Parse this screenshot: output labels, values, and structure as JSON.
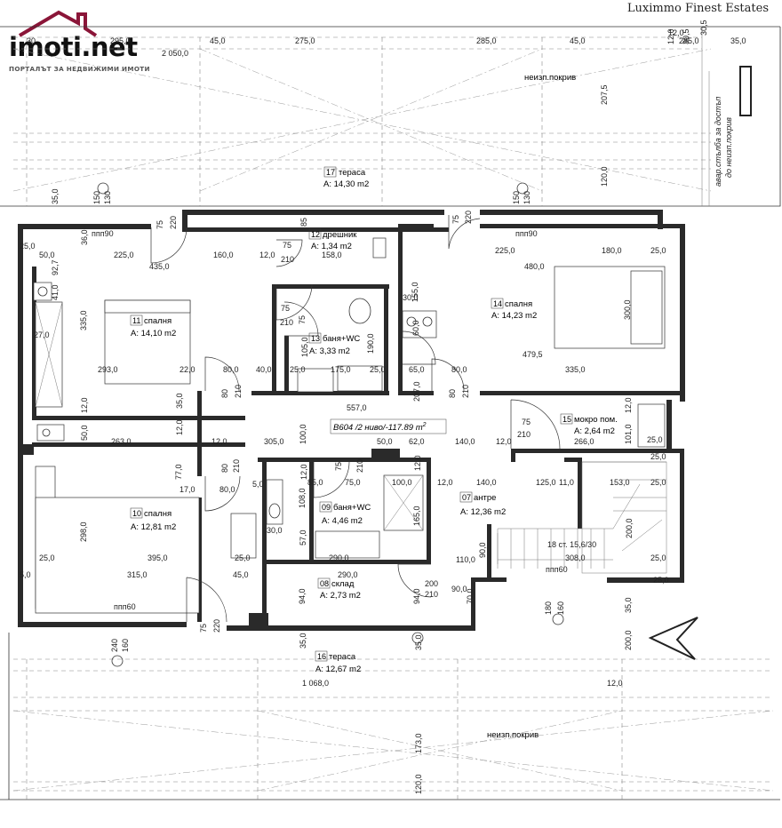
{
  "branding": {
    "portal_word": "imoti",
    "portal_tld": ".net",
    "portal_tagline": "ПОРТАЛЪТ ЗА НЕДВИЖИМИ ИМОТИ",
    "agency": "Luximmo Finest Estates",
    "colors": {
      "roof": "#8a1538",
      "text": "#111111"
    }
  },
  "plan_caption": {
    "prefix": "В604 /2 ниво/-117.89 m",
    "sup": "2"
  },
  "rooms": [
    {
      "id": "17",
      "name": "тераса",
      "area": "A: 14,30 m2"
    },
    {
      "id": "12",
      "name": "дрешник",
      "area": "A: 1,34 m2"
    },
    {
      "id": "11",
      "name": "спалня",
      "area": "A: 14,10 m2"
    },
    {
      "id": "13",
      "name": "баня+WC",
      "area": "A: 3,33 m2"
    },
    {
      "id": "14",
      "name": "спалня",
      "area": "A: 14,23 m2"
    },
    {
      "id": "15",
      "name": "мокро пом.",
      "area": "A: 2,64 m2"
    },
    {
      "id": "10",
      "name": "спалня",
      "area": "A: 12,81 m2"
    },
    {
      "id": "09",
      "name": "баня+WC",
      "area": "A: 4,46 m2"
    },
    {
      "id": "07",
      "name": "антре",
      "area": "A: 12,36 m2"
    },
    {
      "id": "08",
      "name": "склад",
      "area": "A: 2,73 m2"
    },
    {
      "id": "16",
      "name": "тераса",
      "area": "A: 12,67 m2"
    }
  ],
  "notes": {
    "roof_top": "неизп.покрив",
    "roof_bottom": "неизп.покрив",
    "ladder_1": "авар.стълба за достъп",
    "ladder_2": "до неизп.покрив",
    "stairs": "18 ст. 15,6/30"
  },
  "dimensions": {
    "top_row": [
      "30",
      "295,0",
      "45,0",
      "275,0",
      "285,0",
      "45,0",
      "12,0",
      "285,0",
      "35,0"
    ],
    "top_total": "2 050,0",
    "top_small": [
      "12,0",
      "30,5",
      "30,5"
    ],
    "roof_height": "207,5",
    "terrace_depth": "120,0",
    "r_vert": [
      "35,0",
      "36,0",
      "92,7",
      "41,0",
      "27,0"
    ],
    "a25": "25,0",
    "ppp90_1": "ппп90",
    "ppp90_2": "ппп90",
    "row1": [
      "50,0",
      "225,0",
      "160,0",
      "12,0",
      "158,0",
      "225,0",
      "180,0",
      "25,0"
    ],
    "row1b": [
      "435,0",
      "480,0"
    ],
    "d_75": "75",
    "d_220": "220",
    "d_85": "85",
    "d_210": "210",
    "d_150": "150",
    "d_130": "130",
    "v335": "335,0",
    "v155": "155,0",
    "v300": "300,0",
    "v105": "105,0",
    "v190": "190,0",
    "d_30": "30,0",
    "d_60": "60,0",
    "row2": [
      "293,0",
      "22,0",
      "80,0",
      "40,0",
      "25,0",
      "175,0",
      "25,0",
      "65,0",
      "80,0",
      "335,0"
    ],
    "d_4795": "479,5",
    "d_557": "557,0",
    "d_12": "12,0",
    "d_35": "35,0",
    "d_207": "207,0",
    "d_80": "80",
    "row3": [
      "263,0",
      "12,0",
      "305,0",
      "100,0",
      "50,0",
      "62,0",
      "140,0",
      "12,0",
      "266,0"
    ],
    "d_1010": "101,0",
    "d_50": "50,0",
    "d_770": "77,0",
    "d_170": "17,0",
    "d_800": "80,0",
    "row4": [
      "85,0",
      "75,0",
      "100,0",
      "12,0",
      "140,0",
      "125,0",
      "11,0",
      "153,0",
      "25,0"
    ],
    "d_50b": "5,0",
    "d_1080": "108,0",
    "d_1650": "165,0",
    "d_2000": "200,0",
    "d_298": "298,0",
    "d_57": "57,0",
    "row5": [
      "25,0",
      "395,0",
      "25,0",
      "290,0",
      "308,0",
      "25,0"
    ],
    "row6": [
      "5,0",
      "315,0",
      "45,0",
      "290,0",
      "110,0"
    ],
    "d_900": "90,0",
    "d_940": "94,0",
    "d_940b": "94,0",
    "d_700": "70,0",
    "d_200": "200",
    "d_210b": "210",
    "ppp60_1": "ппп60",
    "ppp60_2": "ппп60",
    "d_180": "180",
    "d_160": "160",
    "d_240": "240",
    "d_160b": "160",
    "d_350": "35,0",
    "d_2000b": "200,0",
    "bottom_row": [
      "1 068,0",
      "12,0"
    ],
    "d_173": "173,0",
    "d_120b": "120,0",
    "d_250b": "25,0"
  }
}
